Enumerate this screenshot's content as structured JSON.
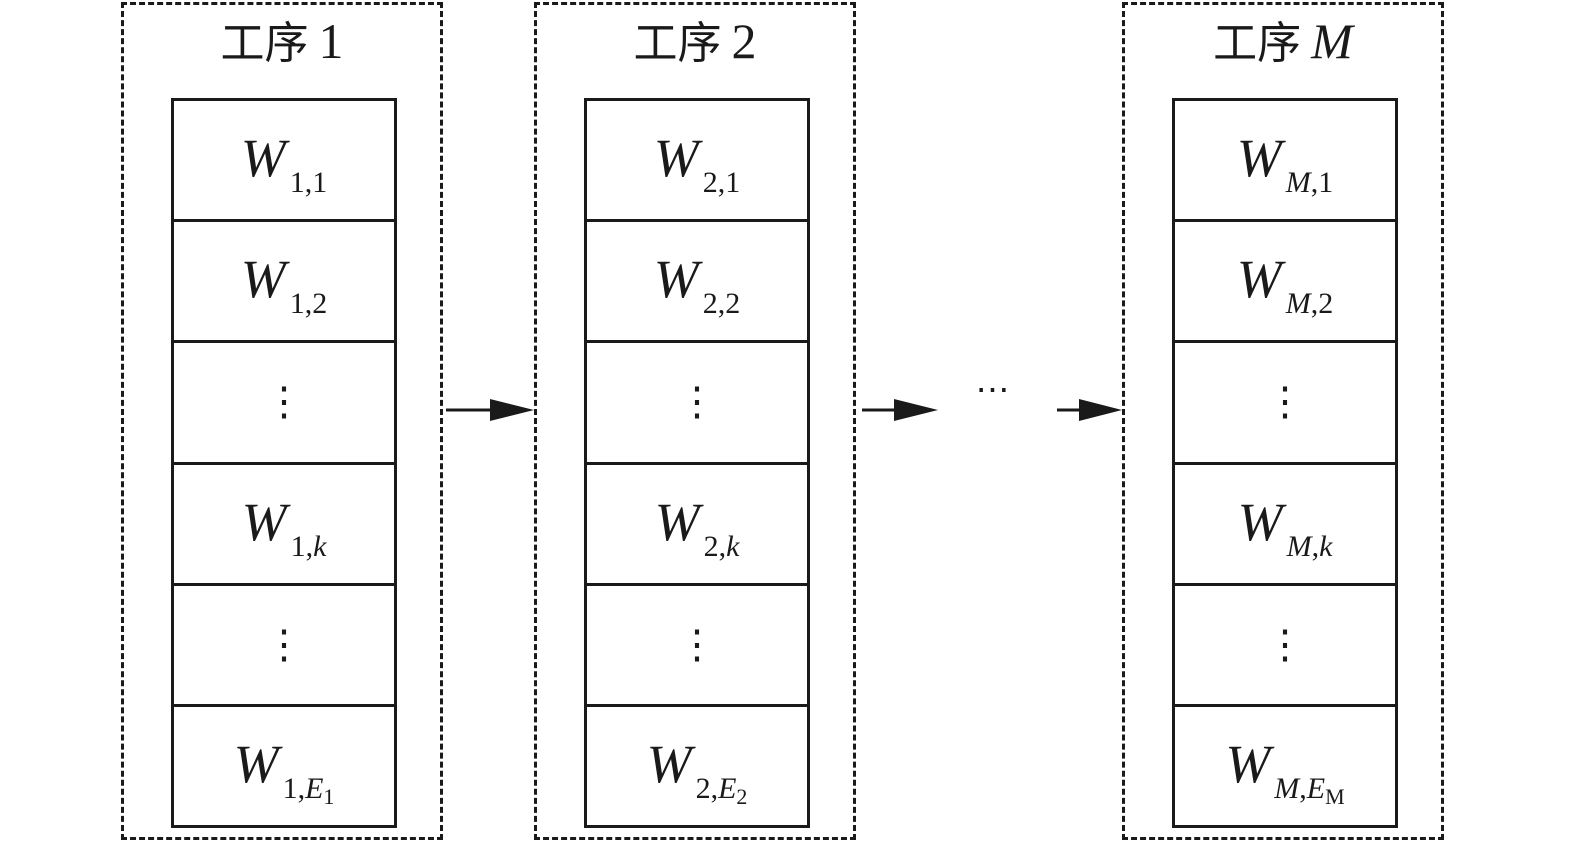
{
  "processes": [
    {
      "title_cn": "工序",
      "title_num": "1",
      "cells": [
        {
          "base": "W",
          "sub": "1,1"
        },
        {
          "base": "W",
          "sub": "1,2"
        },
        {
          "dots": "⋮"
        },
        {
          "base": "W",
          "sub": "1,",
          "sub_italic": "k"
        },
        {
          "dots": "⋮"
        },
        {
          "base": "W",
          "sub": "1,",
          "sub_italic": "E",
          "subsub": "1"
        }
      ]
    },
    {
      "title_cn": "工序",
      "title_num": "2",
      "cells": [
        {
          "base": "W",
          "sub": "2,1"
        },
        {
          "base": "W",
          "sub": "2,2"
        },
        {
          "dots": "⋮"
        },
        {
          "base": "W",
          "sub": "2,",
          "sub_italic": "k"
        },
        {
          "dots": "⋮"
        },
        {
          "base": "W",
          "sub": "2,",
          "sub_italic": "E",
          "subsub": "2"
        }
      ]
    },
    {
      "title_cn": "工序",
      "title_num": "M",
      "cells": [
        {
          "base": "W",
          "sub_italic_pre": "M",
          "sub": ",1"
        },
        {
          "base": "W",
          "sub_italic_pre": "M",
          "sub": ",2"
        },
        {
          "dots": "⋮"
        },
        {
          "base": "W",
          "sub_italic_pre": "M",
          "sub": ",",
          "sub_italic": "k"
        },
        {
          "dots": "⋮"
        },
        {
          "base": "W",
          "sub_italic_pre": "M",
          "sub": ",",
          "sub_italic": "E",
          "subsub": "M"
        }
      ]
    }
  ],
  "between_ellipsis": "⋯"
}
